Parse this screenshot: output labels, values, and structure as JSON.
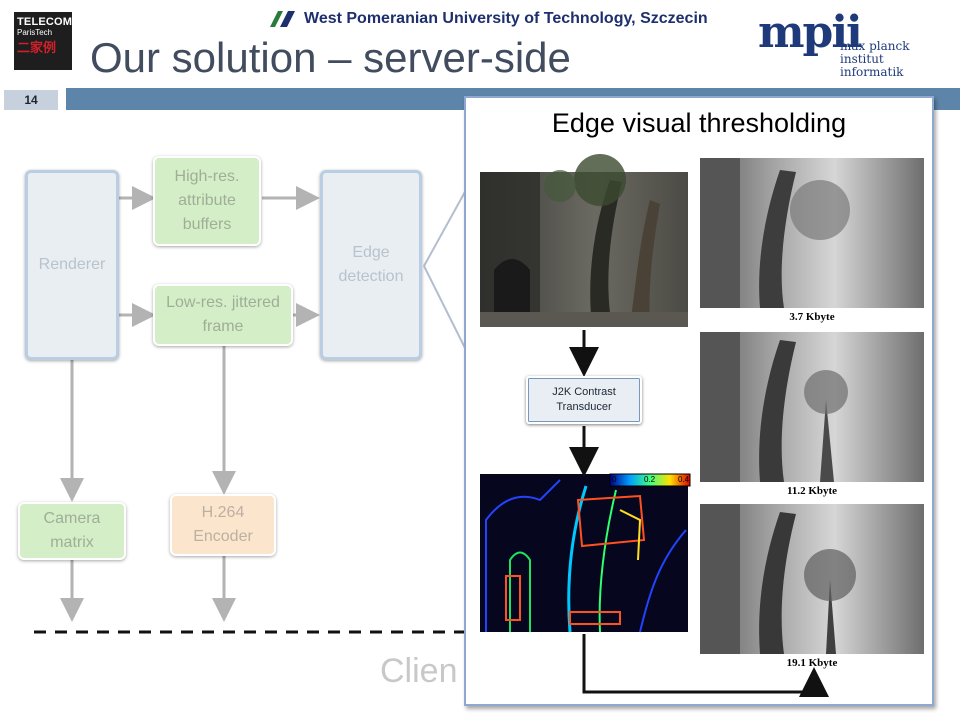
{
  "header": {
    "telecom_logo": {
      "line1": "TELECOM",
      "line2": "ParisTech"
    },
    "university_name": "West Pomeranian University of Technology, Szczecin",
    "mpi_logo": {
      "mark": "mpii",
      "line1": "max planck institut",
      "line2": "informatik"
    },
    "title": "Our solution – server-side",
    "slide_number": "14"
  },
  "diagram": {
    "renderer": "Renderer",
    "high_res": "High-res. attribute buffers",
    "low_res": "Low-res. jittered frame",
    "edge_detection": "Edge detection",
    "camera_matrix": "Camera matrix",
    "h264": "H.264 Encoder",
    "client_label": "Clien"
  },
  "overlay": {
    "title": "Edge visual thresholding",
    "j2k_label": "J2K Contrast Transducer",
    "colorbar_ticks": [
      "0",
      "0.2",
      "0.4"
    ],
    "captions": [
      "3.7 Kbyte",
      "11.2 Kbyte",
      "19.1 Kbyte"
    ]
  },
  "colors": {
    "header_bar": "#5c85a9",
    "slide_number_bg": "#c7d1dd",
    "title_text": "#414c5e",
    "box_blue": "#e9eef3",
    "box_green": "#d4efc7",
    "box_orange": "#fbe5cd",
    "overlay_border": "#8ea8d0"
  }
}
